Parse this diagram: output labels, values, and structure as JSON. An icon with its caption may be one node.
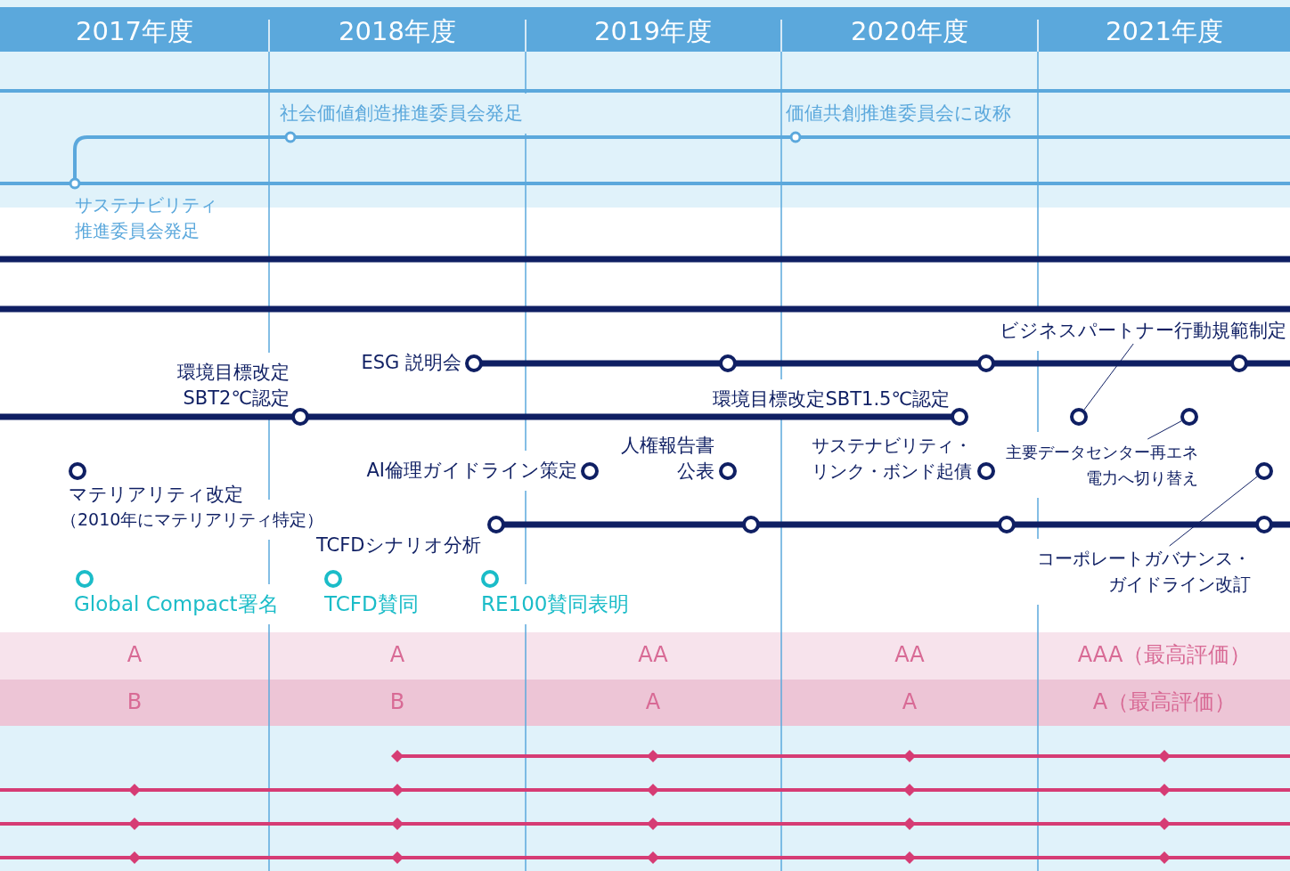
{
  "diagram": {
    "nodes": [
      {
        "text": [
          "ビジネスパートナー行動規範制定"
        ]
      },
      {
        "text": [],
        "shape": "circle"
      },
      {
        "text": [
          "主要データセンター再エネ電力へ切り替え"
        ]
      },
      {
        "text": [],
        "shape": "circle"
      },
      {
        "text": [
          "コーポレートガバナンス・ガイドライン改訂"
        ]
      },
      {
        "text": [],
        "shape": "circle"
      }
    ],
    "edges": [
      {
        "from": 0,
        "to": 1,
        "arrow": "none"
      },
      {
        "from": 2,
        "to": 3,
        "arrow": "none"
      },
      {
        "from": 4,
        "to": 5,
        "arrow": "none"
      }
    ],
    "labels": [
      "2017年度",
      "2018年度",
      "2019年度",
      "2020年度",
      "2021年度",
      "社会価値創造推進委員会発足",
      "価値共創推進委員会に改称",
      "サステナビリティ推進委員会発足",
      "ESG 説明会",
      "環境目標改定SBT2℃認定",
      "環境目標改定SBT1.5℃認定",
      "人権報告書公表",
      "AI倫理ガイドライン策定",
      "サステナビリティ・リンク・ボンド起債",
      "マテリアリティ改定",
      "（2010年にマテリアリティ特定）",
      "TCFDシナリオ分析",
      "Global Compact署名",
      "TCFD賛同",
      "RE100賛同表明",
      "A",
      "A",
      "AA",
      "AA",
      "AAA（最高評価）",
      "B",
      "B",
      "A",
      "A",
      "A（最高評価）"
    ]
  }
}
